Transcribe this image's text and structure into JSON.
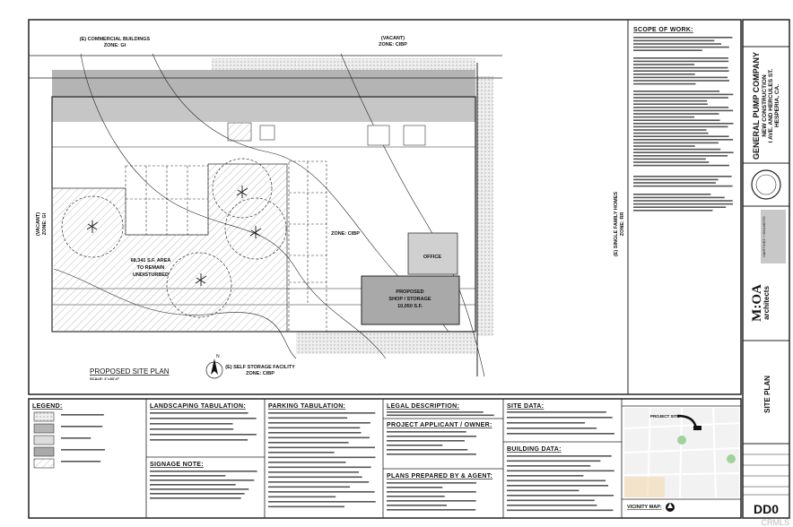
{
  "site_plan": {
    "north_neighbor_west": "(E) COMMERCIAL BUILDINGS",
    "north_neighbor_west_zone": "ZONE: GI",
    "north_neighbor_east": "(VACANT)",
    "north_neighbor_east_zone": "ZONE: CIBP",
    "west_neighbor": "(VACANT)",
    "west_neighbor_zone": "ZONE: GI",
    "undisturbed_area": [
      "68,341 S.F. AREA",
      "TO REMAIN",
      "UNDISTURBED"
    ],
    "site_zone": "ZONE: CIBP",
    "shop_label": [
      "PROPOSED",
      "SHOP / STORAGE",
      "10,050 S.F."
    ],
    "office_label": "OFFICE",
    "south_neighbor": "(E) SELF STORAGE FACILITY",
    "south_neighbor_zone": "ZONE: CIBP",
    "east_neighbor": "(E) SINGLE FAMILY HOMES",
    "east_neighbor_zone": "ZONE: RR",
    "title": "PROPOSED SITE PLAN",
    "scale": "SCALE: 1\"=30'-0\"",
    "north_letter": "N"
  },
  "scope": {
    "title": "SCOPE OF WORK:"
  },
  "title_block": {
    "company": "GENERAL PUMP COMPANY",
    "project": "NEW CONSTRUCTION",
    "address": "I AVE. AND HERCULES ST.",
    "city": "HESPERIA, CA.",
    "architect_logo": "M:OA",
    "architect_logo_sub": "architects",
    "architect_name": "MARTINEZ + OKAMOTO",
    "sheet_title": "SITE PLAN",
    "sheet_number": "DD0"
  },
  "panels": {
    "legend": "LEGEND:",
    "landscaping": "LANDSCAPING TABULATION:",
    "signage": "SIGNAGE NOTE:",
    "parking": "PARKING TABULATION:",
    "legal": "LEGAL DESCRIPTION:",
    "applicant": "PROJECT APPLICANT / OWNER:",
    "prepared": "PLANS PREPARED BY & AGENT:",
    "site_data": "SITE DATA:",
    "building_data": "BUILDING DATA:",
    "vicinity": "VICINITY MAP:",
    "project_site": "PROJECT SITE"
  },
  "colors": {
    "asphalt": "#b4b4b4",
    "building": "#a9a9a9",
    "park": "#9fd39a",
    "road": "#f3d9b0"
  },
  "watermark": "CRMLS"
}
